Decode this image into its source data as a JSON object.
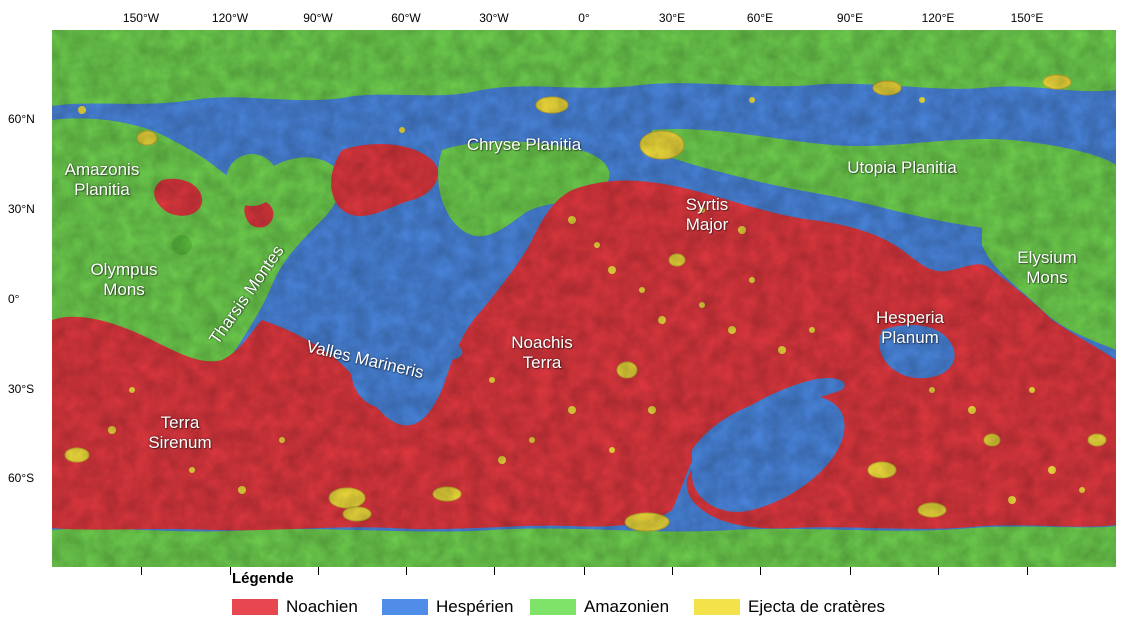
{
  "longitude_labels": [
    "150°W",
    "120°W",
    "90°W",
    "60°W",
    "30°W",
    "0°",
    "30°E",
    "60°E",
    "90°E",
    "120°E",
    "150°E"
  ],
  "latitude_labels": [
    "60°N",
    "30°N",
    "0°",
    "30°S",
    "60°S"
  ],
  "places": {
    "amazonis": "Amazonis\nPlanitia",
    "chryse": "Chryse Planitia",
    "utopia": "Utopia Planitia",
    "syrtis": "Syrtis\nMajor",
    "olympus": "Olympus\nMons",
    "tharsis": "Tharsis Montes",
    "elysium": "Elysium\nMons",
    "valles": "Valles Marineris",
    "noachis": "Noachis\nTerra",
    "hesperia": "Hesperia\nPlanum",
    "sirenum": "Terra\nSirenum"
  },
  "legend": {
    "title": "Légende",
    "items": [
      {
        "label": "Noachien",
        "color": "#e8474f"
      },
      {
        "label": "Hespérien",
        "color": "#4f8de8"
      },
      {
        "label": "Amazonien",
        "color": "#7fe36a"
      },
      {
        "label": "Ejecta de cratères",
        "color": "#f4e24a"
      }
    ]
  },
  "colors": {
    "noachian": "#e0383f",
    "hesperian": "#4a86de",
    "amazonian": "#6fd14f",
    "ejecta": "#f0dc3c"
  }
}
